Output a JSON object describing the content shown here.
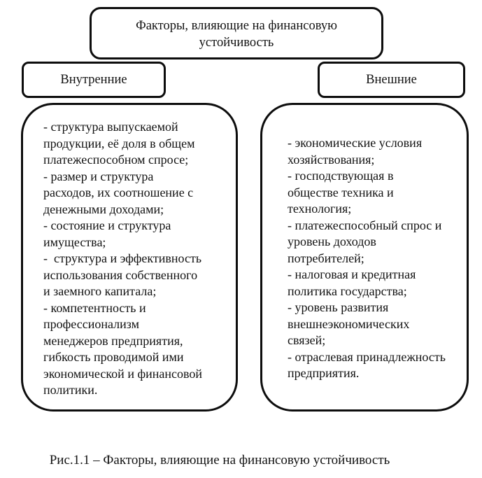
{
  "diagram": {
    "title": "Факторы, влияющие на финансовую\nустойчивость",
    "internal": {
      "label": "Внутренние",
      "items": [
        "- структура выпускаемой\nпродукции, её доля в общем\nплатежеспособном спросе;",
        "- размер и структура\nрасходов, их соотношение с\nденежными доходами;",
        "- состояние и структура\nимущества;",
        "-  структура и эффективность\nиспользования собственного\nи заемного капитала;",
        "- компетентность и\nпрофессионализм\nменеджеров предприятия,\nгибкость проводимой ими\nэкономической и финансовой\nполитики."
      ]
    },
    "external": {
      "label": "Внешние",
      "items": [
        "- экономические условия\nхозяйствования;",
        "- господствующая в\nобществе техника и\nтехнология;",
        "- платежеспособный спрос и\nуровень доходов\nпотребителей;",
        "- налоговая и кредитная\nполитика государства;",
        "- уровень развития\nвнешнеэкономических\nсвязей;",
        "- отраслевая принадлежность\nпредприятия."
      ]
    },
    "caption": "Рис.1.1 – Факторы, влияющие на финансовую устойчивость",
    "colors": {
      "border": "#0d0d0d",
      "text": "#121212",
      "background": "#ffffff"
    }
  }
}
